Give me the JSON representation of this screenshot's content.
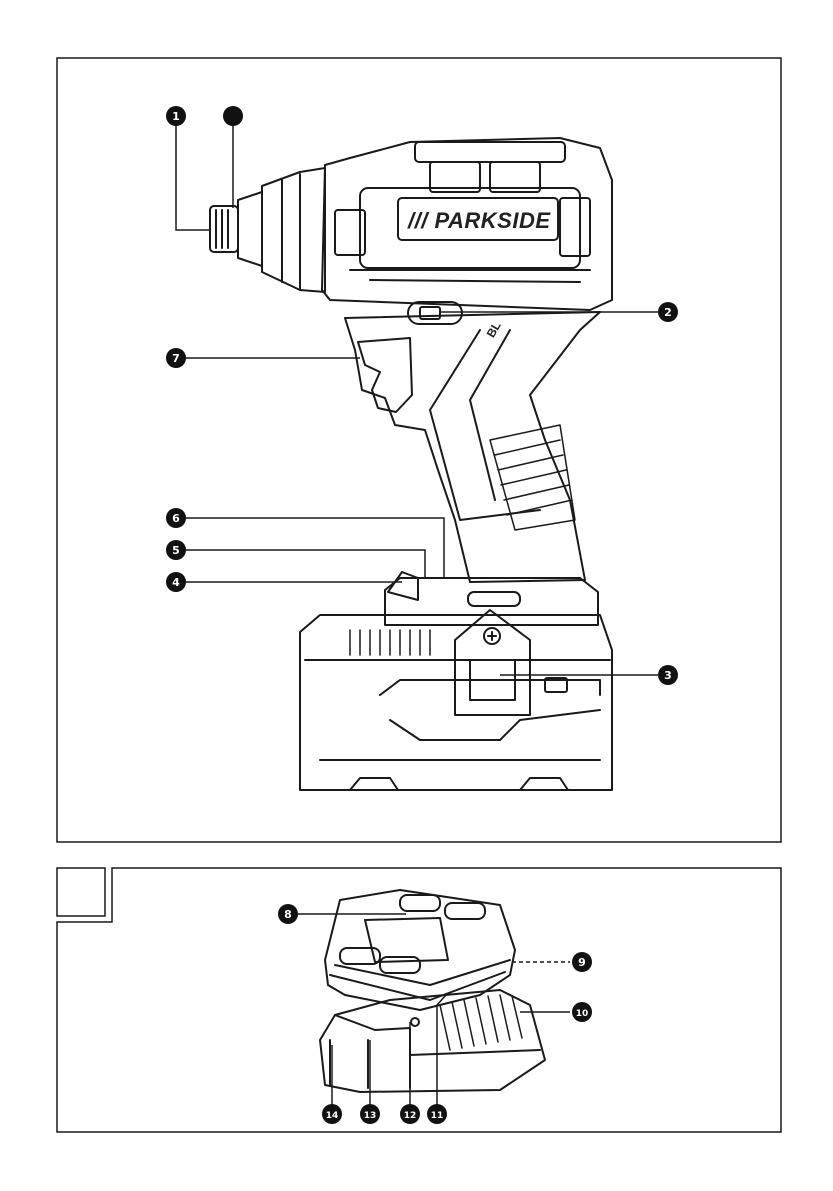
{
  "figure_a": {
    "brand_label": "/// PARKSIDE",
    "model_mark": "BL",
    "callouts": [
      {
        "id": "c1",
        "number": "1"
      },
      {
        "id": "c1b",
        "number": ""
      },
      {
        "id": "c2",
        "number": "2"
      },
      {
        "id": "c3",
        "number": "3"
      },
      {
        "id": "c4",
        "number": "4"
      },
      {
        "id": "c5",
        "number": "5"
      },
      {
        "id": "c6",
        "number": "6"
      },
      {
        "id": "c7",
        "number": "7"
      }
    ]
  },
  "figure_b": {
    "panel_label": "",
    "callouts": [
      {
        "id": "c8",
        "number": "8"
      },
      {
        "id": "c9",
        "number": "9"
      },
      {
        "id": "c10",
        "number": "10"
      },
      {
        "id": "c11",
        "number": "11"
      },
      {
        "id": "c12",
        "number": "12"
      },
      {
        "id": "c13",
        "number": "13"
      },
      {
        "id": "c14",
        "number": "14"
      }
    ]
  },
  "colors": {
    "line": "#1a1a1a",
    "callout_fill": "#111111",
    "background": "#ffffff"
  }
}
